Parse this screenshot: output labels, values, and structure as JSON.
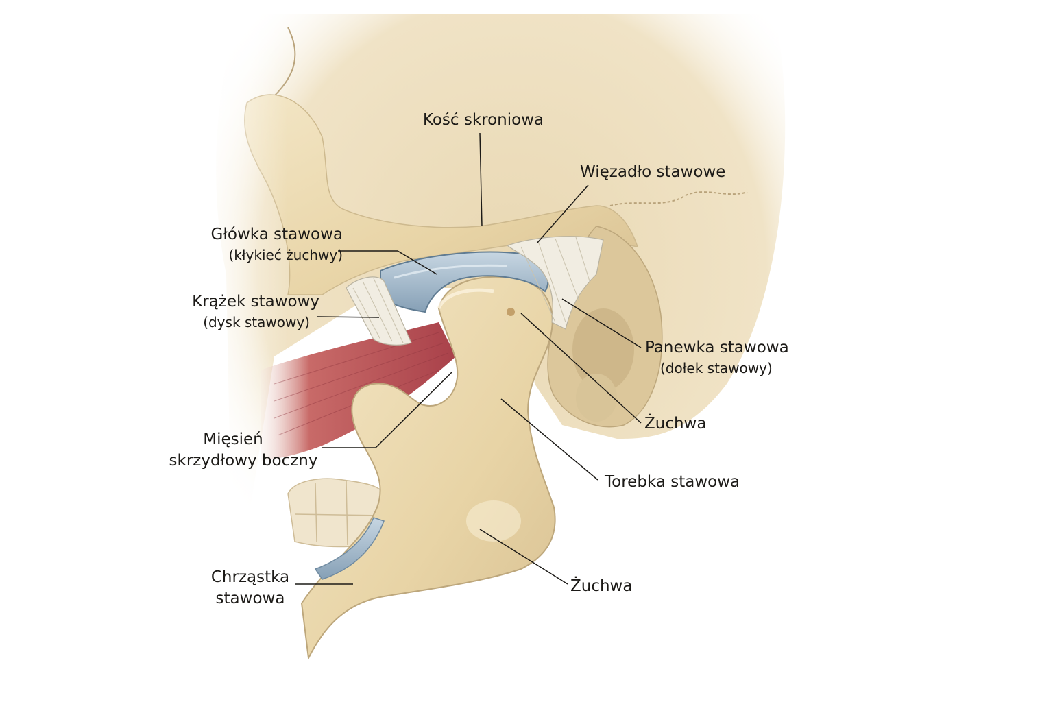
{
  "labels": {
    "temporal_bone": "Kość skroniowa",
    "articular_ligament": "Więzadło stawowe",
    "articular_head": "Główka stawowa",
    "articular_head_sub": "(kłykieć żuchwy)",
    "articular_disc": "Krążek stawowy",
    "articular_disc_sub": "(dysk stawowy)",
    "articular_fossa": "Panewka stawowa",
    "articular_fossa_sub": "(dołek stawowy)",
    "mandible_upper": "Żuchwa",
    "lateral_pterygoid_line1": "Mięsień",
    "lateral_pterygoid_line2": "skrzydłowy boczny",
    "joint_capsule": "Torebka stawowa",
    "articular_cartilage_line1": "Chrząstka",
    "articular_cartilage_line2": "stawowa",
    "mandible_lower": "Żuchwa"
  },
  "colors": {
    "background": "#ffffff",
    "bone": "#efe0bc",
    "bone_shadow": "#cdb98e",
    "cartilage": "#9fb6c9",
    "ligament": "#f1ede2",
    "muscle": "#b9545a",
    "leader": "#1c1a17"
  }
}
